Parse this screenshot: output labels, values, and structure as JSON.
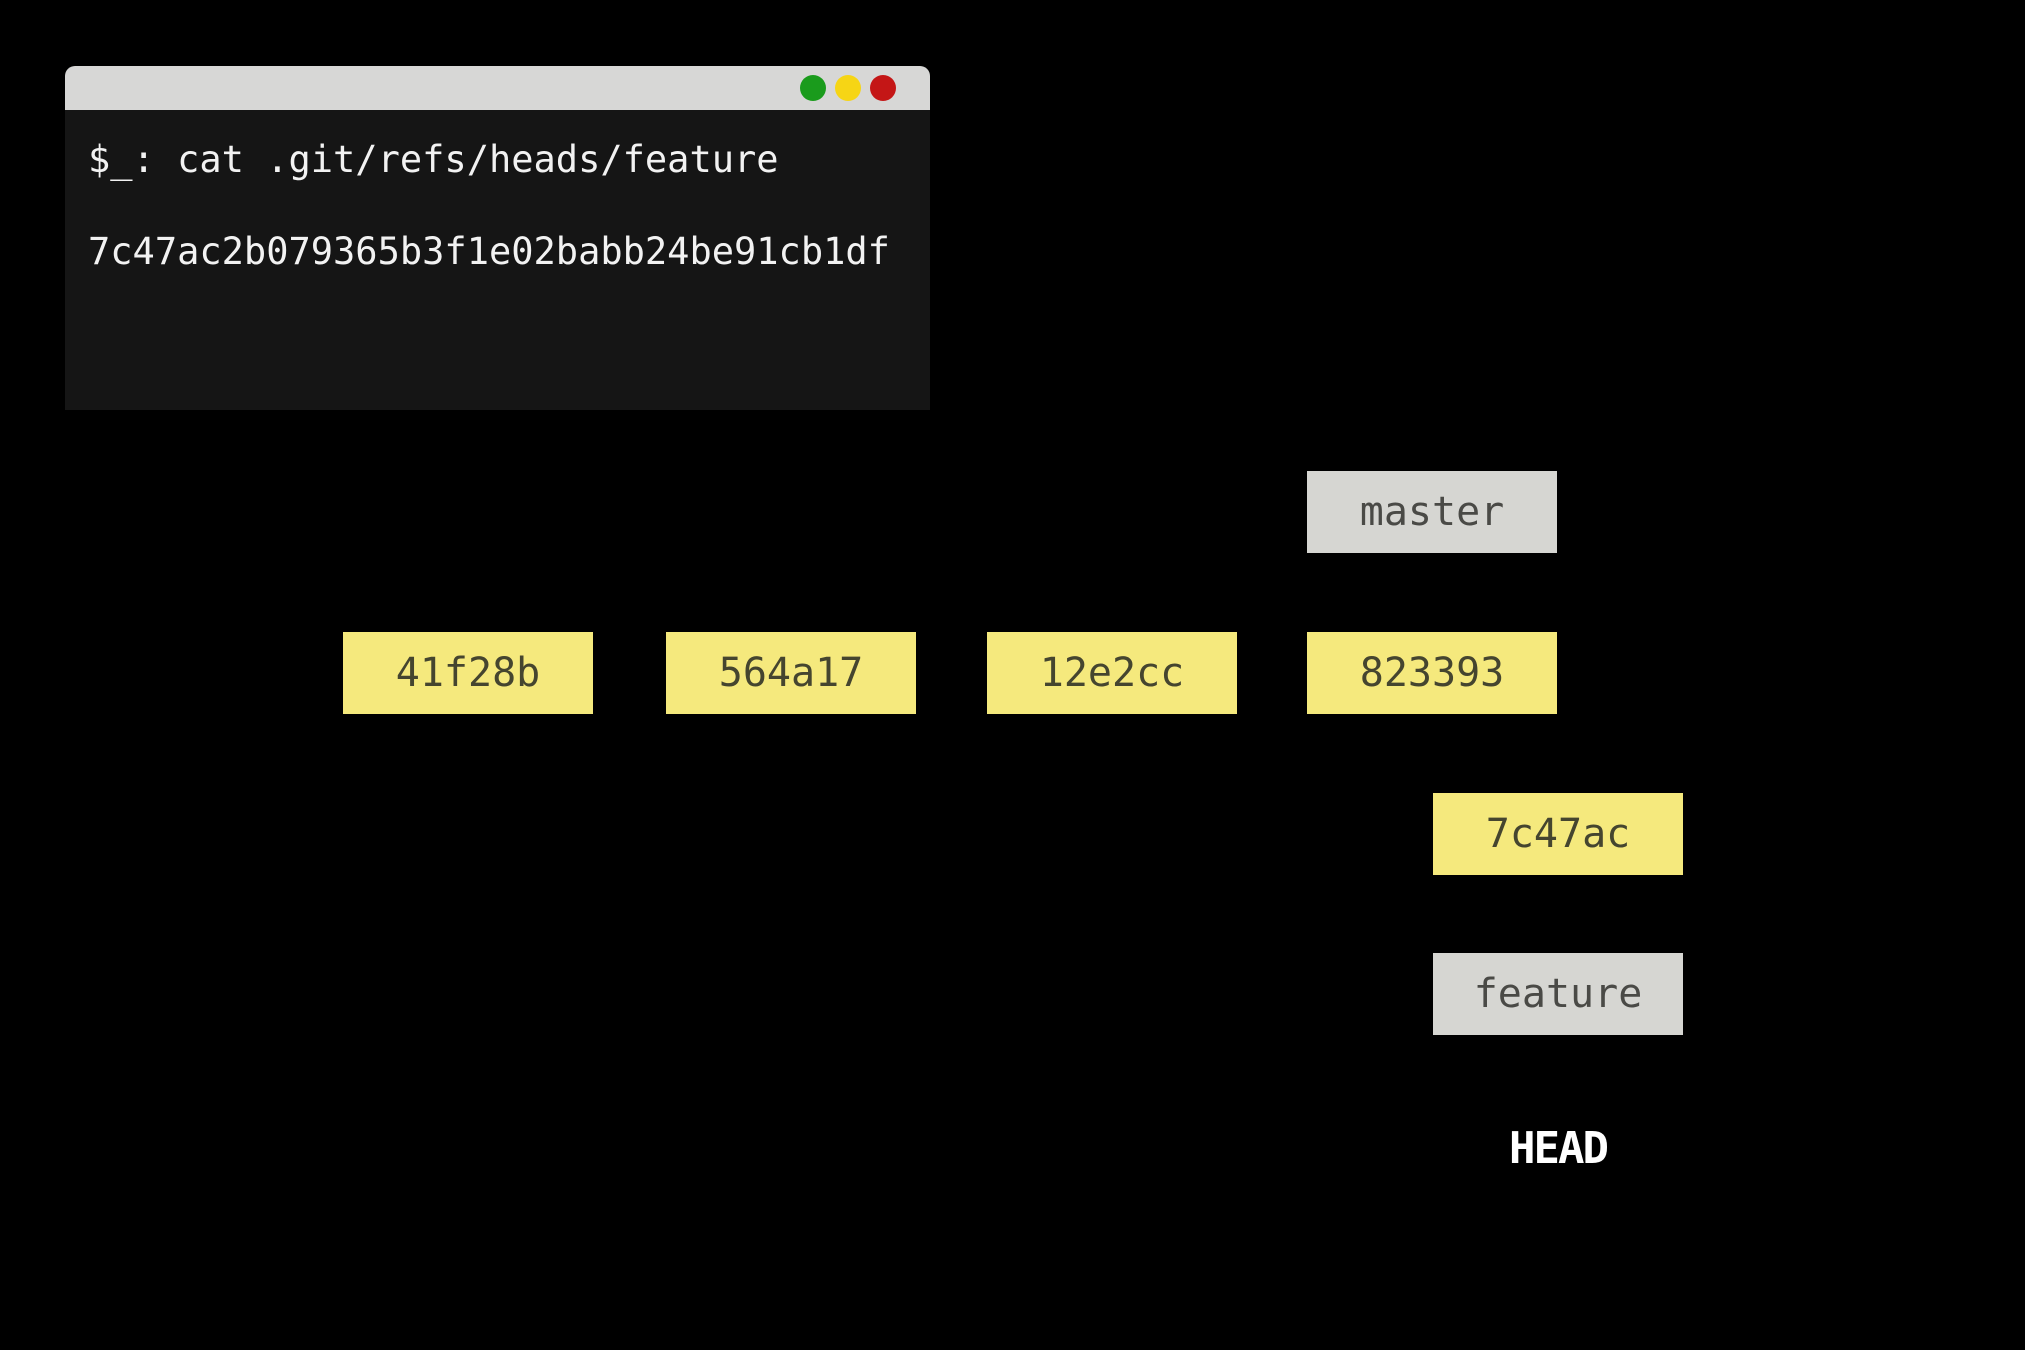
{
  "colors": {
    "background": "#000000",
    "terminal_titlebar": "#d7d7d6",
    "terminal_body": "#151515",
    "terminal_text": "#f2f2f2",
    "commit_box_fill": "#f5e97d",
    "commit_box_text": "#45452f",
    "branch_box_fill": "#d6d6d2",
    "branch_box_text": "#4a4a46",
    "head_text": "#ffffff",
    "button_green": "#1a9b1c",
    "button_yellow": "#f6d515",
    "button_red": "#c41616"
  },
  "terminal": {
    "buttons": [
      {
        "name": "green-circle-icon"
      },
      {
        "name": "yellow-circle-icon"
      },
      {
        "name": "red-circle-icon"
      }
    ],
    "lines": [
      {
        "text": "$_: cat .git/refs/heads/feature"
      },
      {
        "text": "7c47ac2b079365b3f1e02babb24be91cb1df"
      }
    ]
  },
  "diagram": {
    "branch_labels": {
      "master": "master",
      "feature": "feature"
    },
    "head_label": "HEAD",
    "commits": [
      {
        "label": "41f28b"
      },
      {
        "label": "564a17"
      },
      {
        "label": "12e2cc"
      },
      {
        "label": "823393"
      },
      {
        "label": "7c47ac"
      }
    ]
  }
}
